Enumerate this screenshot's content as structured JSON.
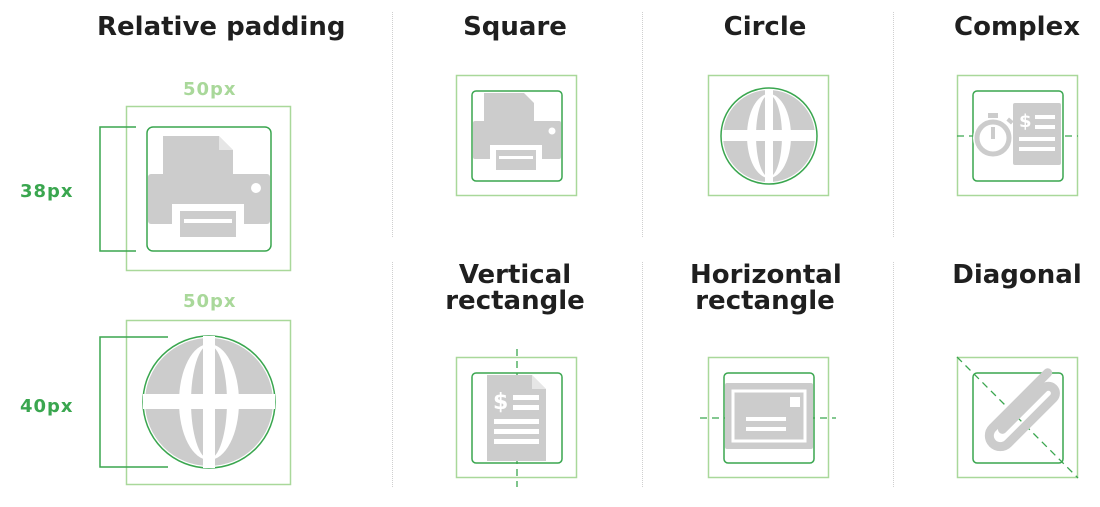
{
  "section_titles": {
    "relative_padding": "Relative padding",
    "square": "Square",
    "circle": "Circle",
    "complex": "Complex",
    "vertical_rectangle": [
      "Vertical",
      "rectangle"
    ],
    "horizontal_rectangle": [
      "Horizontal",
      "rectangle"
    ],
    "diagonal": "Diagonal"
  },
  "dimensions": {
    "top_outer": "50px",
    "top_inner": "38px",
    "bottom_outer": "50px",
    "bottom_inner": "40px"
  },
  "colors": {
    "outer_frame": "#a9d89a",
    "inner_frame": "#3aa64f",
    "icon_fill": "#cccccc",
    "title_text": "#1f1f1f"
  },
  "icons": {
    "printer": "printer-icon",
    "globe": "globe-icon",
    "stopwatch_document": "stopwatch-invoice-icon",
    "invoice": "invoice-icon",
    "envelope": "envelope-icon",
    "paperclip": "paperclip-icon"
  }
}
